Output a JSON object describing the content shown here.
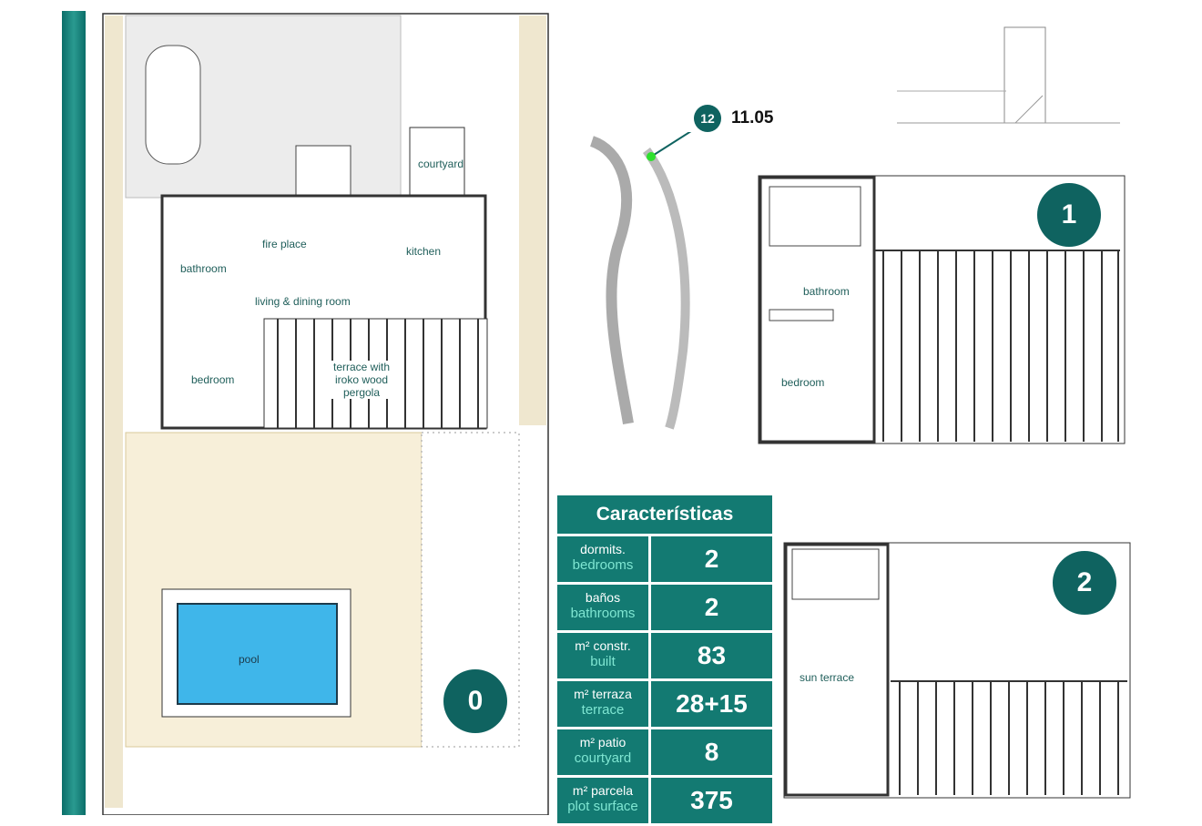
{
  "plan_ground": {
    "level": "0",
    "rooms": [
      "courtyard",
      "fire place",
      "kitchen",
      "bathroom",
      "living & dining room",
      "bedroom",
      "terrace with iroko wood pergola",
      "pool"
    ]
  },
  "plan_first": {
    "level": "1",
    "rooms": [
      "bathroom",
      "bedroom"
    ]
  },
  "plan_roof": {
    "level": "2",
    "rooms": [
      "sun terrace"
    ]
  },
  "location": {
    "marker": "12",
    "elevation": "11.05"
  },
  "features": {
    "title": "Características",
    "rows": [
      {
        "es": "dormits.",
        "en": "bedrooms",
        "value": "2"
      },
      {
        "es": "baños",
        "en": "bathrooms",
        "value": "2"
      },
      {
        "es": "m² constr.",
        "en": "built",
        "value": "83"
      },
      {
        "es": "m² terraza",
        "en": "terrace",
        "value": "28+15"
      },
      {
        "es": "m² patio",
        "en": "courtyard",
        "value": "8"
      },
      {
        "es": "m² parcela",
        "en": "plot surface",
        "value": "375"
      }
    ]
  },
  "colors": {
    "accent": "#137a72",
    "dark": "#0f6360",
    "label": "#7fe6d2",
    "pool": "#3fb6ea"
  }
}
